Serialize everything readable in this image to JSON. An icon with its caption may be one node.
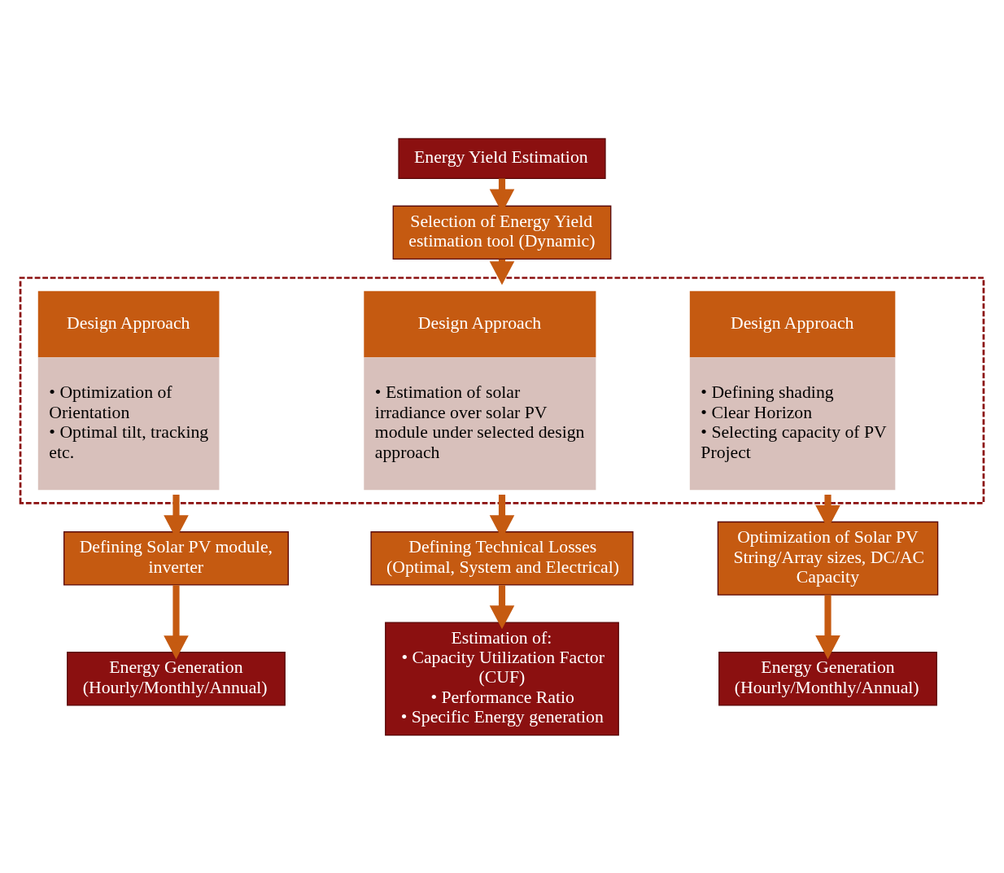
{
  "diagram": {
    "nodes": [
      {
        "text": [
          "Energy Yield Estimation"
        ]
      },
      {
        "text": [
          "Selection of Energy Yield estimation tool (Dynamic)"
        ]
      },
      {
        "text": [],
        "shape": "box"
      },
      {
        "text": [
          "Design Approach",
          "• Optimization of Orientation",
          "• Optimal tilt, tracking etc."
        ],
        "in": 2
      },
      {
        "text": [
          "Design Approach",
          "• Estimation of solar irradiance over solar PV module under selected design approach"
        ],
        "in": 2
      },
      {
        "text": [
          "Design Approach",
          "• Defining shading",
          "• Clear Horizon",
          "• Selecting capacity of PV Project"
        ],
        "in": 2
      },
      {
        "text": [
          "Defining Solar PV module, inverter"
        ]
      },
      {
        "text": [
          "Defining Technical Losses (Optimal, System and Electrical)"
        ]
      },
      {
        "text": [
          "Optimization of Solar PV String/Array sizes, DC/AC Capacity"
        ]
      },
      {
        "text": [
          "Energy Generation (Hourly/Monthly/Annual)"
        ]
      },
      {
        "text": [
          "Estimation of:",
          "• Capacity Utilization Factor (CUF)",
          "• Performance Ratio",
          "• Specific Energy generation"
        ]
      },
      {
        "text": [
          "Energy Generation (Hourly/Monthly/Annual)"
        ]
      }
    ],
    "edges": [
      {
        "from": 0,
        "to": 1,
        "arrow": "to"
      },
      {
        "from": 1,
        "to": 2,
        "arrow": "to"
      },
      {
        "from": 3,
        "to": 6,
        "arrow": "to"
      },
      {
        "from": 4,
        "to": 7,
        "arrow": "to"
      },
      {
        "from": 5,
        "to": 8,
        "arrow": "to"
      },
      {
        "from": 6,
        "to": 9,
        "arrow": "to"
      },
      {
        "from": 7,
        "to": 10,
        "arrow": "to"
      },
      {
        "from": 8,
        "to": 11,
        "arrow": "to"
      }
    ]
  }
}
